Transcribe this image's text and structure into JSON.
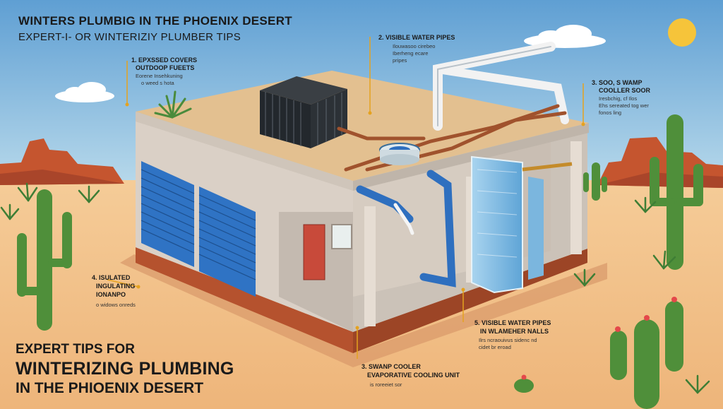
{
  "poster": {
    "title": "WINTERS PLUMBIG IN THE PHOENIX DESERT",
    "subtitle": "EXPERT-I- OR WINTERIZIY PLUMBER TIPS"
  },
  "callouts": {
    "c1": {
      "title": "1. EPXSSED COVERS",
      "line2": "OUTDOOP FUEETS",
      "note1": "Eorene Insehkuning",
      "note2": "o weed s hota"
    },
    "c2": {
      "title": "2. VISIBLE WATER PIPES",
      "note1": "Ilouwasoo cirebeo",
      "note2": "Iberheng ecare",
      "note3": "pripes"
    },
    "c3": {
      "title": "3. SOO, S WAMP",
      "line2": "COOLLER SOOR",
      "note1": "Iresbchig, cf Ilos",
      "note2": "Ehs sereated tog wer",
      "note3": "fonos ling"
    },
    "c4": {
      "title": "4. ISULATED",
      "line2": "INGULATING",
      "line3": "IONANPO",
      "note1": "o widows onreds"
    },
    "c5": {
      "title": "5. VISIBLE WATER PIPES",
      "line2": "IN WLAMEHER NALLS",
      "note1": "Ilrs ncraouivus sidenc nd",
      "note2": "cidet br eroad"
    },
    "c6": {
      "title": "3. SWANP COOLER",
      "line2": "EVAPORATIVE COOLING UNIT",
      "note1": "is roreeiet sor"
    }
  },
  "headline": {
    "line1": "EXPERT TIPS FOR",
    "line2": "WINTERIZING PLUMBING",
    "line3": "IN THE PHIOENIX DESERT"
  },
  "colors": {
    "sky_top": "#5f9fd3",
    "sky_bottom": "#bcdcec",
    "sand": "#f2c189",
    "wall": "#dcd3c9",
    "roof": "#e3c090",
    "shutter": "#2f73c4",
    "pipe_blue": "#2e6fbf",
    "pipe_copper": "#a0522d",
    "cactus": "#4f8f3a",
    "sun": "#f6c43a",
    "leader_line": "#e5a21f"
  }
}
